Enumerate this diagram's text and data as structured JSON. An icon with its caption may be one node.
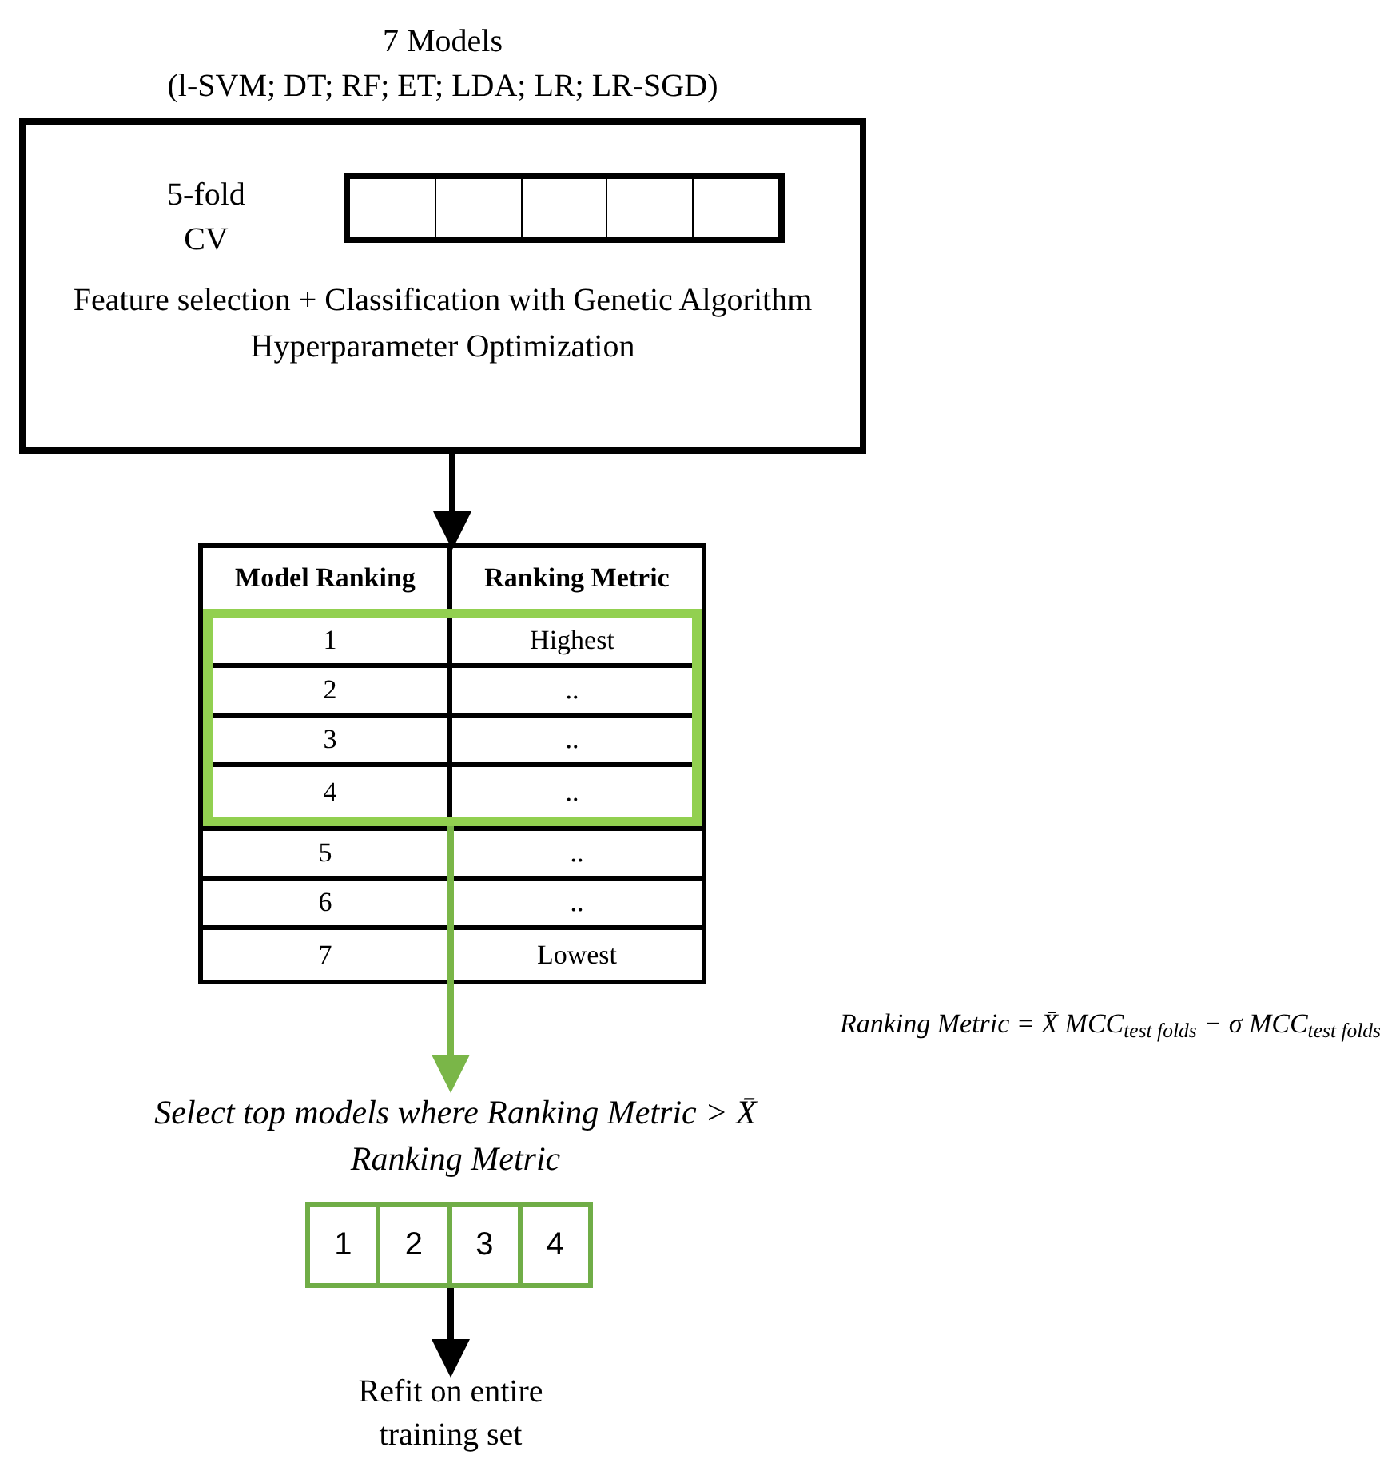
{
  "diagram": {
    "nodes": [
      {
        "text": [
          "7 Models",
          "(l-SVM; DT; RF; ET; LDA; LR; LR-SGD)",
          "5-fold CV",
          "Feature selection + Classification with Genetic Algorithm Hyperparameter Optimization"
        ]
      },
      {
        "text": [
          "Model Ranking",
          "Ranking Metric",
          "5",
          "..",
          "6",
          "..",
          "7",
          "Lowest"
        ]
      },
      {
        "text": [
          "1",
          "Highest",
          "2",
          "..",
          "3",
          "..",
          "4",
          ".."
        ],
        "in": 1
      },
      {
        "text": [
          "Select top models where Ranking Metric > X̄ Ranking Metric"
        ]
      },
      {
        "text": [
          "1",
          "2",
          "3",
          "4"
        ]
      },
      {
        "text": [
          "Refit on entire training set"
        ]
      }
    ],
    "edges": [
      {
        "from": 0,
        "to": 1,
        "arrow": "to"
      },
      {
        "from": 2,
        "to": 3,
        "arrow": "to",
        "color": "#7ab648"
      },
      {
        "from": 4,
        "to": 5,
        "arrow": "to"
      }
    ],
    "labels": [
      "Ranking Metric = X̄ MCC$_{test folds}$ − σ MCC$_{test folds}$"
    ]
  }
}
